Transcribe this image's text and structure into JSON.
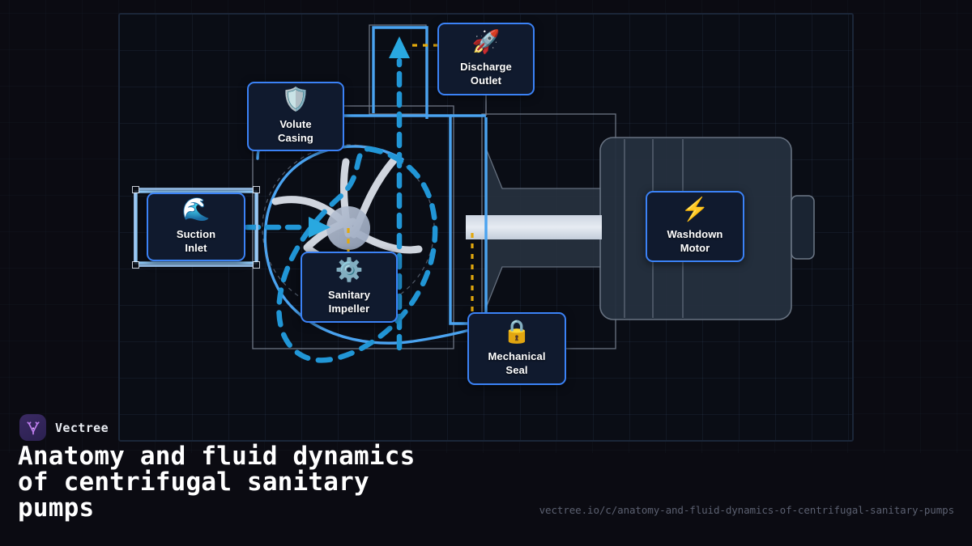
{
  "brand": {
    "name": "Vectree",
    "logo_icon": "vectree-v-tree-icon",
    "logo_bg": "#342656",
    "logo_fg": "#c07ff0"
  },
  "title": "Anatomy and fluid dynamics\nof centrifugal sanitary\npumps",
  "url": "vectree.io/c/anatomy-and-fluid-dynamics-of-centrifugal-sanitary-pumps",
  "canvas": {
    "background": "#0a0d15",
    "grid_color": "#5a78a5",
    "border_color": "#1b2638",
    "grid_size": 45
  },
  "theme": {
    "node_fill": "#101a2e",
    "node_border": "#3b82f6",
    "flow_arrow_color": "#2196d6",
    "shaft_color": "#e2a80d",
    "pump_body_color": "#4aa3f0",
    "impeller_vane_color": "#dfe5ee",
    "motor_body_color": "#263243",
    "text_color": "#ffffff",
    "selection_color": "#9ec9f5"
  },
  "nodes": [
    {
      "id": "volute",
      "label": "Volute\nCasing",
      "icon": "shield-emoji",
      "emoji": "🛡️"
    },
    {
      "id": "discharge",
      "label": "Discharge\nOutlet",
      "icon": "rocket-emoji",
      "emoji": "🚀"
    },
    {
      "id": "suction",
      "label": "Suction\nInlet",
      "icon": "ocean-wave-emoji",
      "emoji": "🌊",
      "selected": true
    },
    {
      "id": "impeller",
      "label": "Sanitary\nImpeller",
      "icon": "gear-emoji",
      "emoji": "⚙️"
    },
    {
      "id": "seal",
      "label": "Mechanical\nSeal",
      "icon": "lock-emoji",
      "emoji": "🔒"
    },
    {
      "id": "motor",
      "label": "Washdown\nMotor",
      "icon": "high-voltage-emoji",
      "emoji": "⚡"
    }
  ],
  "diagram": {
    "type": "centrifugal-sanitary-pump-cutaway",
    "flow_paths": [
      {
        "name": "suction-flow",
        "direction": "right",
        "style": "dashed",
        "color": "#2196d6"
      },
      {
        "name": "discharge-flow",
        "direction": "up",
        "style": "dashed",
        "color": "#2196d6"
      },
      {
        "name": "volute-recirculation",
        "style": "dashed-loop",
        "color": "#2196d6"
      },
      {
        "name": "shaft-centerline",
        "style": "dashed",
        "color": "#e2a80d"
      }
    ],
    "parts": [
      "suction-pipe",
      "volute-casing-spiral",
      "impeller-vanes",
      "impeller-hub",
      "drive-shaft",
      "seal-housing",
      "motor-housing",
      "motor-cooling-fins",
      "discharge-pipe",
      "terminal-box"
    ]
  }
}
